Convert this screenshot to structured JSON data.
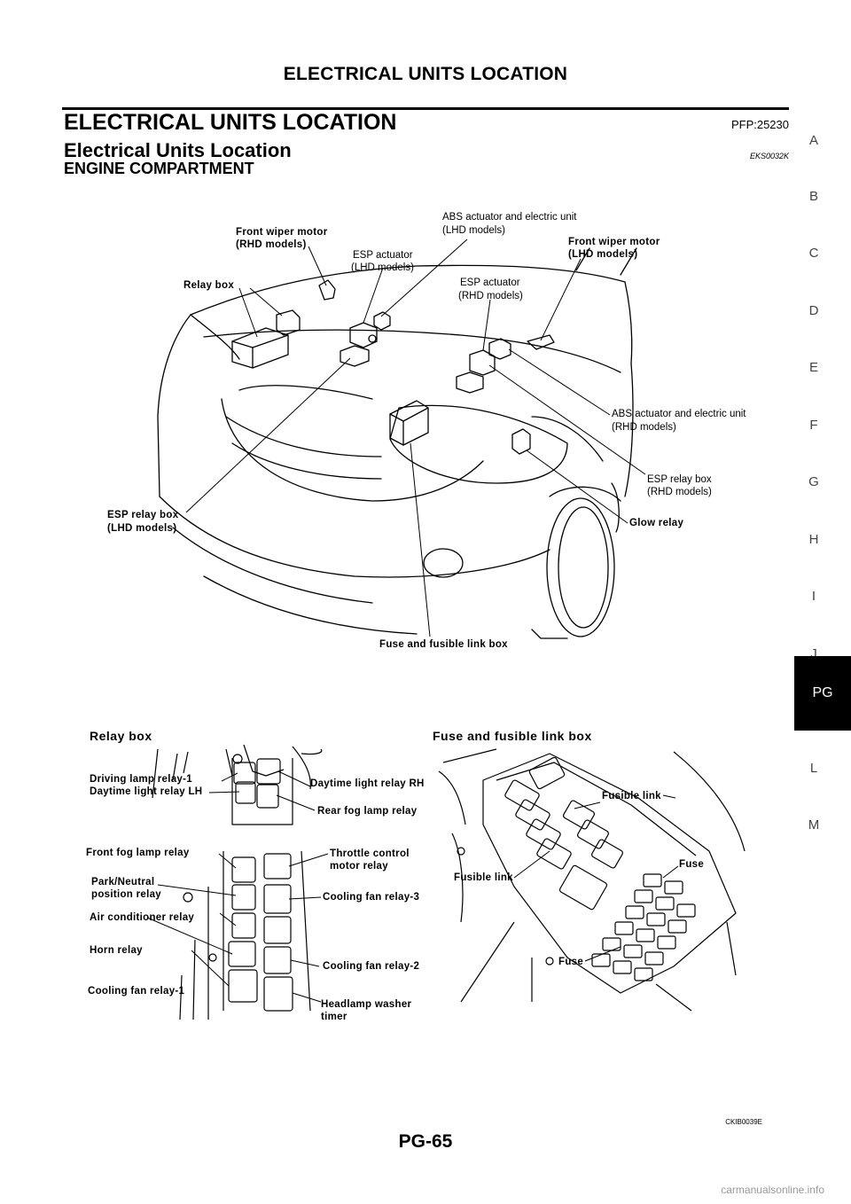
{
  "header": {
    "running_title": "ELECTRICAL UNITS LOCATION"
  },
  "section": {
    "title": "ELECTRICAL UNITS LOCATION",
    "pfp": "PFP:25230",
    "subtitle": "Electrical Units Location",
    "code": "EKS0032K",
    "heading": "ENGINE COMPARTMENT"
  },
  "side_tabs": [
    "A",
    "B",
    "C",
    "D",
    "E",
    "F",
    "G",
    "H",
    "I",
    "J",
    "PG",
    "L",
    "M"
  ],
  "active_tab": "PG",
  "figure": {
    "engine_labels": {
      "front_wiper_rhd_1": "Front wiper motor",
      "front_wiper_rhd_2": "(RHD models)",
      "abs_lhd_1": "ABS actuator and electric unit",
      "abs_lhd_2": "(LHD models)",
      "esp_act_lhd_1": "ESP actuator",
      "esp_act_lhd_2": "(LHD models)",
      "front_wiper_lhd_1": "Front wiper motor",
      "front_wiper_lhd_2": "(LHD models)",
      "relay_box": "Relay box",
      "esp_act_rhd_1": "ESP actuator",
      "esp_act_rhd_2": "(RHD models)",
      "abs_rhd_1": "ABS actuator and electric unit",
      "abs_rhd_2": "(RHD models)",
      "esp_relay_rhd_1": "ESP relay box",
      "esp_relay_rhd_2": "(RHD models)",
      "glow_relay": "Glow relay",
      "esp_relay_lhd_1": "ESP relay box",
      "esp_relay_lhd_2": "(LHD models)",
      "fuse_box": "Fuse and fusible link box"
    },
    "relay_box_title": "Relay box",
    "relay_box_labels": {
      "driving_lamp": "Driving lamp relay-1",
      "daytime_lh": "Daytime light relay LH",
      "daytime_rh": "Daytime light relay RH",
      "rear_fog": "Rear fog lamp relay",
      "front_fog": "Front fog lamp relay",
      "throttle_1": "Throttle control",
      "throttle_2": "motor relay",
      "park_1": "Park/Neutral",
      "park_2": "position relay",
      "cooling_3": "Cooling fan relay-3",
      "air_cond": "Air conditioner relay",
      "horn": "Horn relay",
      "cooling_1": "Cooling fan relay-1",
      "cooling_2": "Cooling fan relay-2",
      "headlamp_1": "Headlamp washer",
      "headlamp_2": "timer"
    },
    "fuse_box_title": "Fuse and fusible link box",
    "fuse_box_labels": {
      "fusible_link_top": "Fusible link",
      "fuse_right": "Fuse",
      "fusible_link_left": "Fusible link",
      "fuse_bottom": "Fuse"
    },
    "figure_code": "CKIB0039E"
  },
  "footer": {
    "page_number": "PG-65",
    "watermark": "carmanualsonline.info"
  }
}
